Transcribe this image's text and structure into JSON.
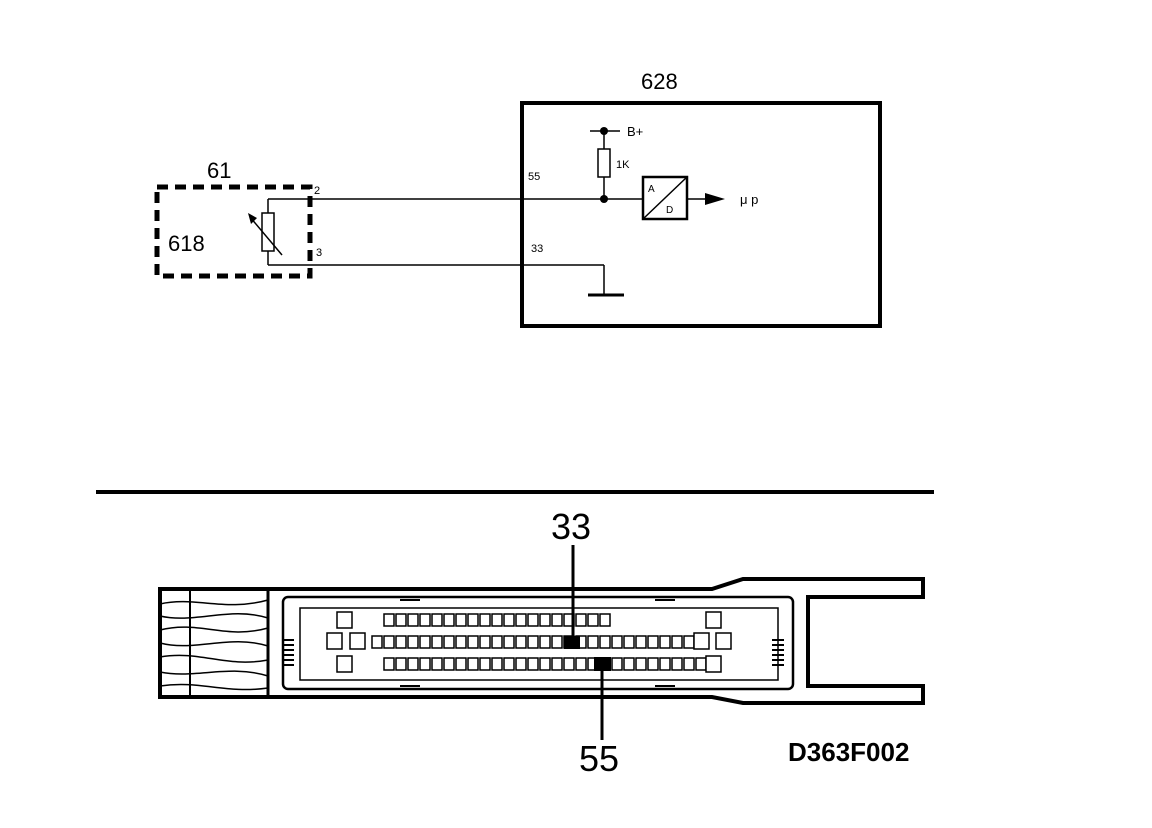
{
  "schematic": {
    "module_label": "628",
    "sensor_group_label": "61",
    "sensor_label": "618",
    "sensor_pin_signal": "2",
    "sensor_pin_ground": "3",
    "ecu_pin_signal": "55",
    "ecu_pin_ground": "33",
    "supply_label": "B+",
    "resistor_label": "1K",
    "adc_label_a": "A",
    "adc_label_d": "D",
    "output_label": "μ p"
  },
  "connector": {
    "pin_33_label": "33",
    "pin_55_label": "55"
  },
  "figure_id": "D363F002"
}
